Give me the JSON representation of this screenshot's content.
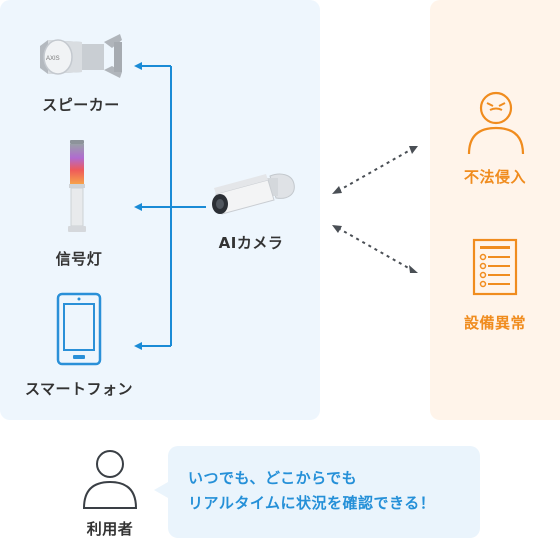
{
  "left_panel": {
    "speaker_label": "スピーカー",
    "signal_light_label": "信号灯",
    "smartphone_label": "スマートフォン",
    "camera_label": "AIカメラ"
  },
  "right_panel": {
    "intrusion_label": "不法侵入",
    "equipment_label": "設備異常"
  },
  "user": {
    "label": "利用者",
    "message_line1": "いつでも、どこからでも",
    "message_line2": "リアルタイムに状況を確認できる！"
  },
  "colors": {
    "arrow_blue": "#1a8bd6",
    "accent_orange": "#f08c1e",
    "left_bg": "#eef6fd",
    "right_bg": "#fff4ea"
  }
}
